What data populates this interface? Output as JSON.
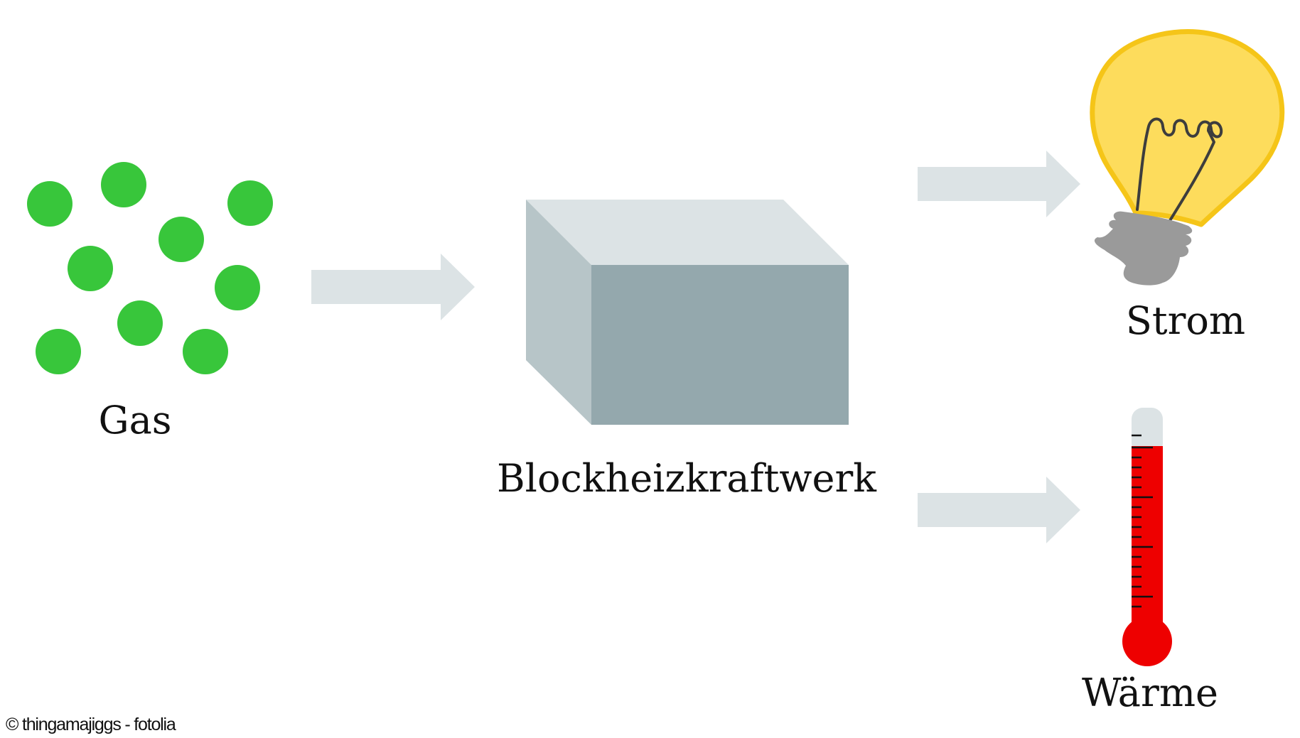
{
  "labels": {
    "input": "Gas",
    "plant": "Blockheizkraftwerk",
    "output_power": "Strom",
    "output_heat": "Wärme"
  },
  "credit": "© thingamajiggs - fotolia",
  "colors": {
    "gas_particle": "#38c63b",
    "arrow": "#dce3e5",
    "box_top": "#dce3e5",
    "box_side": "#b7c5c8",
    "box_front": "#94a8ad",
    "bulb_glass": "#fddc5c",
    "bulb_outline": "#f5c518",
    "bulb_base": "#9a9a9a",
    "thermometer_liquid": "#ee0000",
    "thermometer_empty": "#dce3e5"
  },
  "icons": {
    "input": "gas-particles-icon",
    "plant": "chp-block-icon",
    "output_power": "light-bulb-icon",
    "output_heat": "thermometer-icon"
  }
}
